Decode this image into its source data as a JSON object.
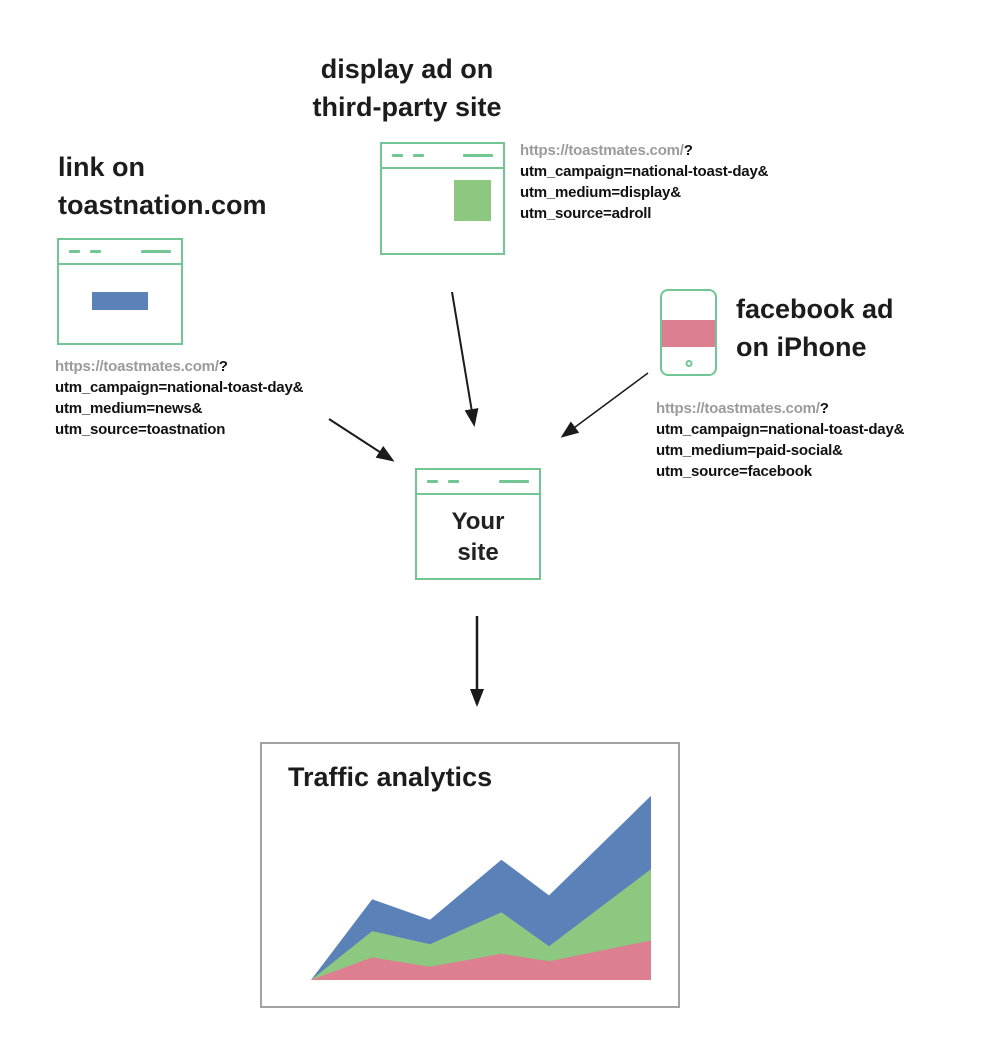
{
  "colors": {
    "green": "#72c693",
    "chart_green": "#8cc87f",
    "blue": "#5b82b8",
    "pink": "#dd7f90",
    "gray_text": "#9b9b9b",
    "box_border": "#a3a3a3",
    "ink": "#1a1a1a"
  },
  "diagram": {
    "display_ad": {
      "title": "display ad on\nthird-party site",
      "url_base": "https://toastmates.com/",
      "url_q": "?",
      "params": [
        "utm_campaign=national-toast-day&",
        "utm_medium=display&",
        "utm_source=adroll"
      ]
    },
    "toastnation": {
      "title": "link on\ntoastnation.com",
      "url_base": "https://toastmates.com/",
      "url_q": "?",
      "params": [
        "utm_campaign=national-toast-day&",
        "utm_medium=news&",
        "utm_source=toastnation"
      ]
    },
    "facebook": {
      "title": "facebook ad\non iPhone",
      "url_base": "https://toastmates.com/",
      "url_q": "?",
      "params": [
        "utm_campaign=national-toast-day&",
        "utm_medium=paid-social&",
        "utm_source=facebook"
      ]
    },
    "your_site": {
      "label": "Your\nsite"
    },
    "analytics": {
      "title": "Traffic analytics"
    }
  },
  "chart_data": {
    "type": "area",
    "title": "Traffic analytics",
    "xlabel": "",
    "ylabel": "",
    "x_fractions": [
      0,
      0.18,
      0.35,
      0.56,
      0.7,
      1.0
    ],
    "ylim": [
      0,
      100
    ],
    "grid": false,
    "legend": false,
    "series": [
      {
        "name": "blue",
        "color": "#5b82b8",
        "values": [
          0,
          43,
          32,
          64,
          45,
          98
        ]
      },
      {
        "name": "green",
        "color": "#8cc87f",
        "values": [
          0,
          26,
          19,
          36,
          18,
          59
        ]
      },
      {
        "name": "pink",
        "color": "#dd7f90",
        "values": [
          0,
          12,
          7,
          14,
          10,
          21
        ]
      }
    ]
  }
}
